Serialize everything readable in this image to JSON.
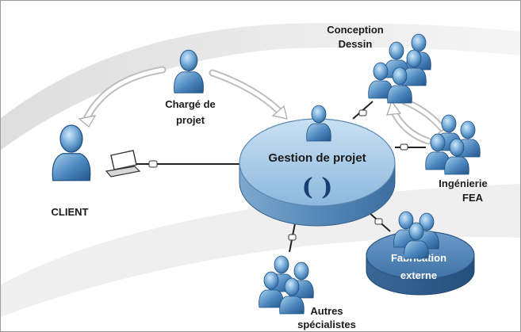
{
  "labels": {
    "client": "CLIENT",
    "charge_line1": "Chargé de",
    "charge_line2": "projet",
    "conception_line1": "Conception",
    "conception_line2": "Dessin",
    "hub_title": "Gestion de projet",
    "hub_logo": "( )",
    "ingenierie_line1": "Ingénierie",
    "ingenierie_line2": "FEA",
    "fabrication_line1": "Fabrication",
    "fabrication_line2": "externe",
    "autres_line1": "Autres",
    "autres_line2": "spécialistes"
  },
  "colors": {
    "person_dark": "#2f6ea8",
    "person_light": "#8ec0e6",
    "hub_top": "#a9cbe6",
    "hub_side": "#5e92bf",
    "fabrication_disc": "#4d7fb0",
    "background_swoosh": "#e6e6e6"
  },
  "icons": {
    "laptop": "laptop-icon",
    "person": "person-icon",
    "connector": "connector-plug-icon"
  }
}
